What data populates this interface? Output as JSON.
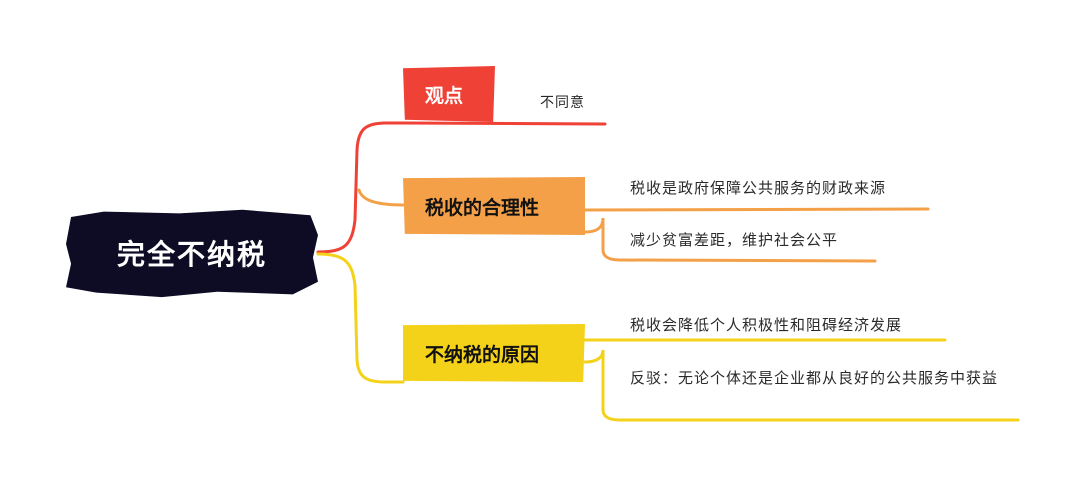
{
  "root": {
    "label": "完全不纳税"
  },
  "branches": [
    {
      "label": "观点",
      "color": "#ef4136",
      "leaves": [
        "不同意"
      ]
    },
    {
      "label": "税收的合理性",
      "color": "#f4a048",
      "leaves": [
        "税收是政府保障公共服务的财政来源",
        "减少贫富差距，维护社会公平"
      ]
    },
    {
      "label": "不纳税的原因",
      "color": "#f5d21a",
      "leaves": [
        "税收会降低个人积极性和阻碍经济发展",
        "反驳：无论个体还是企业都从良好的公共服务中获益"
      ]
    }
  ]
}
